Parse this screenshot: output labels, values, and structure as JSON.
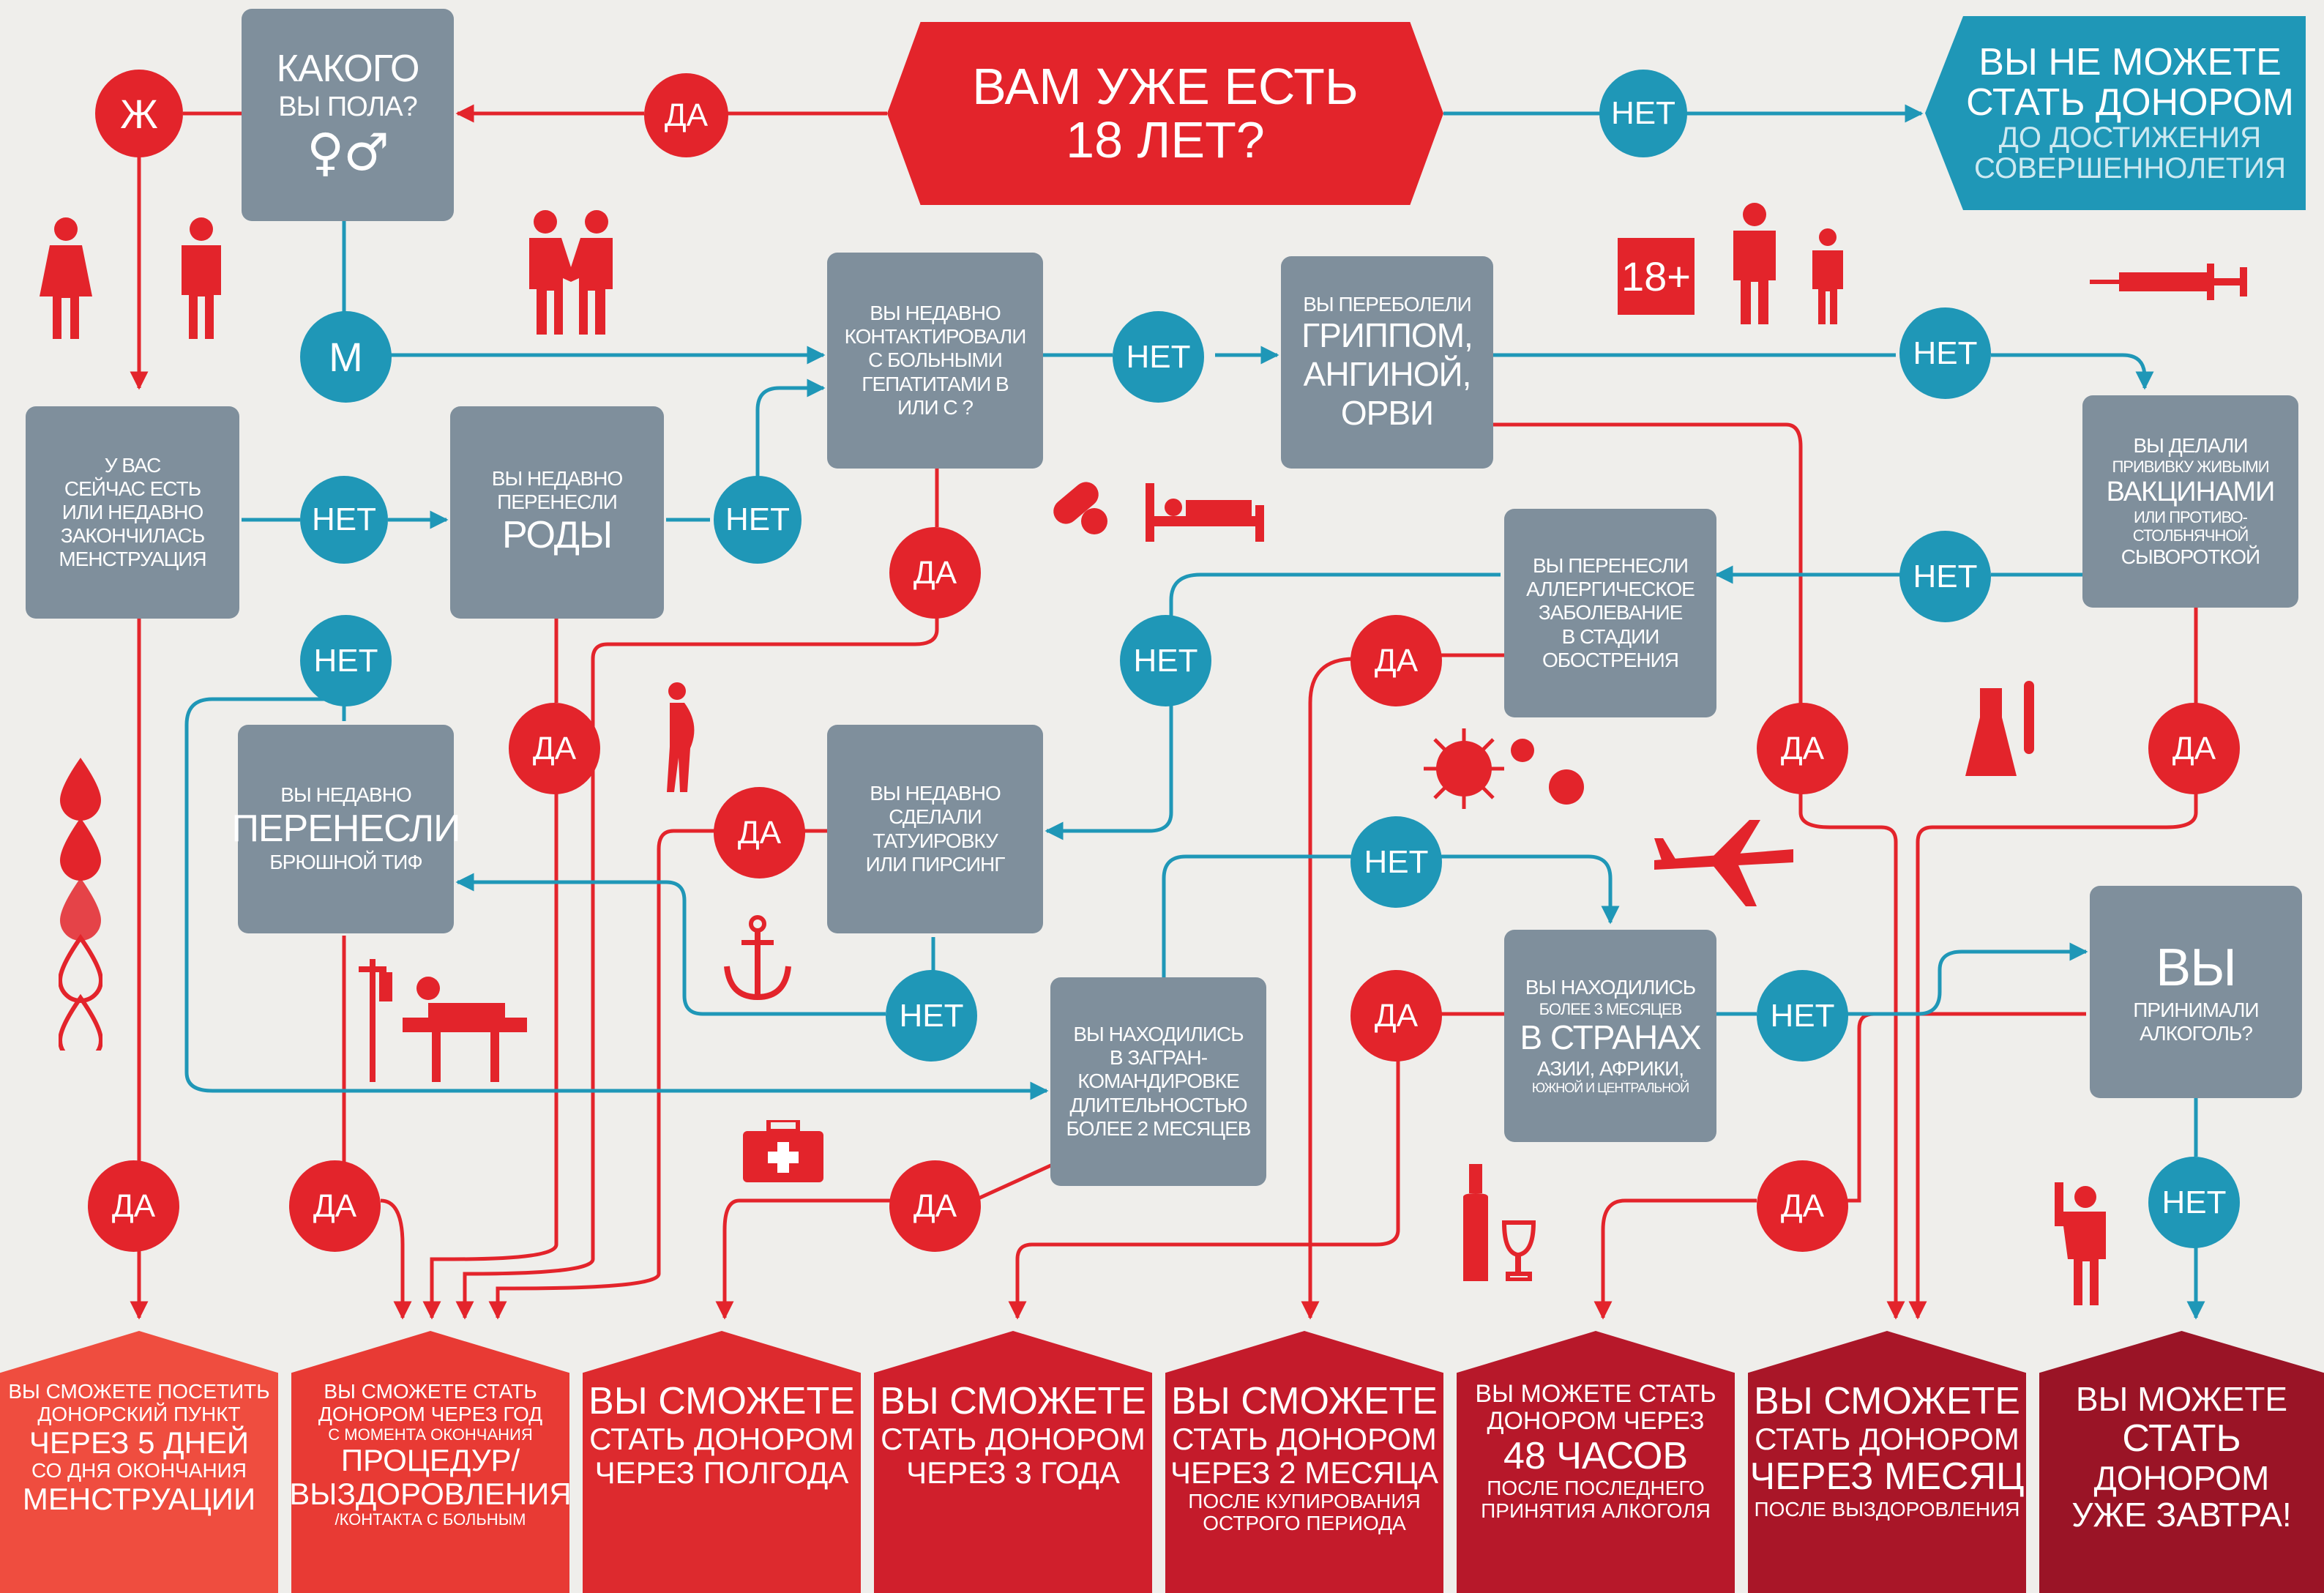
{
  "colors": {
    "red": "#e3242b",
    "blue": "#1f97b7",
    "gray": "#7f8f9c",
    "background": "#efeeeb"
  },
  "start": {
    "line1": "ВАМ УЖЕ ЕСТЬ",
    "line2": "18 ЛЕТ?"
  },
  "not_eligible": {
    "line1": "ВЫ НЕ МОЖЕТЕ",
    "line2": "СТАТЬ ДОНОРОМ",
    "line3": "ДО ДОСТИЖЕНИЯ",
    "line4": "СОВЕРШЕННОЛЕТИЯ"
  },
  "questions": {
    "gender": {
      "line1": "КАКОГО",
      "line2": "ВЫ ПОЛА?",
      "symbols": "♀♂"
    },
    "menstruation": {
      "line1": "У ВАС",
      "line2": "СЕЙЧАС ЕСТЬ",
      "line3": "ИЛИ НЕДАВНО",
      "line4": "ЗАКОНЧИЛАСЬ",
      "line5": "МЕНСТРУАЦИЯ"
    },
    "childbirth": {
      "line1": "ВЫ НЕДАВНО",
      "line2": "ПЕРЕНЕСЛИ",
      "line3": "РОДЫ"
    },
    "hepatitis": {
      "line1": "ВЫ НЕДАВНО",
      "line2": "КОНТАКТИРОВАЛИ",
      "line3": "С БОЛЬНЫМИ",
      "line4": "ГЕПАТИТАМИ В",
      "line5": "ИЛИ С ?"
    },
    "flu": {
      "line1": "ВЫ ПЕРЕБОЛЕЛИ",
      "line2": "ГРИППОМ,",
      "line3": "АНГИНОЙ,",
      "line4": "ОРВИ"
    },
    "vaccine": {
      "line1": "ВЫ ДЕЛАЛИ",
      "line2": "ПРИВИВКУ ЖИВЫМИ",
      "line3": "ВАКЦИНАМИ",
      "line4": "ИЛИ ПРОТИВО-",
      "line5": "СТОЛБНЯЧНОЙ",
      "line6": "СЫВОРОТКОЙ"
    },
    "allergy": {
      "line1": "ВЫ ПЕРЕНЕСЛИ",
      "line2": "АЛЛЕРГИЧЕСКОЕ",
      "line3": "ЗАБОЛЕВАНИЕ",
      "line4": "В СТАДИИ",
      "line5": "ОБОСТРЕНИЯ"
    },
    "typhoid": {
      "line1": "ВЫ НЕДАВНО",
      "line2": "ПЕРЕНЕСЛИ",
      "line3": "БРЮШНОЙ ТИФ"
    },
    "tattoo": {
      "line1": "ВЫ НЕДАВНО",
      "line2": "СДЕЛАЛИ",
      "line3": "ТАТУИРОВКУ",
      "line4": "ИЛИ ПИРСИНГ"
    },
    "business_trip": {
      "line1": "ВЫ НАХОДИЛИСЬ",
      "line2": "В ЗАГРАН-",
      "line3": "КОМАНДИРОВКЕ",
      "line4": "ДЛИТЕЛЬНОСТЬЮ",
      "line5": "БОЛЕЕ 2 МЕСЯЦЕВ"
    },
    "countries": {
      "line1": "ВЫ НАХОДИЛИСЬ",
      "line2": "БОЛЕЕ 3 МЕСЯЦЕВ",
      "line3": "В СТРАНАХ",
      "line4": "АЗИИ, АФРИКИ,",
      "line5": "ЮЖНОЙ И ЦЕНТРАЛЬНОЙ"
    },
    "alcohol": {
      "line1": "ВЫ",
      "line2": "ПРИНИМАЛИ",
      "line3": "АЛКОГОЛЬ?"
    }
  },
  "answers": {
    "yes": "ДА",
    "no": "НЕТ",
    "female": "Ж",
    "male": "М"
  },
  "badge_18": "18+",
  "outcomes": [
    {
      "l1": "ВЫ СМОЖЕТЕ ПОСЕТИТЬ",
      "l2": "ДОНОРСКИЙ ПУНКТ",
      "l3": "ЧЕРЕЗ 5 ДНЕЙ",
      "l4": "СО ДНЯ ОКОНЧАНИЯ",
      "l5": "МЕНСТРУАЦИИ",
      "color": "#ef4d3f"
    },
    {
      "l1": "ВЫ СМОЖЕТЕ СТАТЬ",
      "l2": "ДОНОРОМ ЧЕРЕЗ ГОД",
      "l3": "С МОМЕНТА ОКОНЧАНИЯ",
      "l4": "ПРОЦЕДУР/",
      "l5": "ВЫЗДОРОВЛЕНИЯ",
      "l6": "/КОНТАКТА С БОЛЬНЫМ",
      "color": "#e83a34"
    },
    {
      "l1": "ВЫ СМОЖЕТЕ",
      "l2": "СТАТЬ ДОНОРОМ",
      "l3": "ЧЕРЕЗ ПОЛГОДА",
      "color": "#dd2a2e"
    },
    {
      "l1": "ВЫ СМОЖЕТЕ",
      "l2": "СТАТЬ ДОНОРОМ",
      "l3": "ЧЕРЕЗ 3 ГОДА",
      "color": "#d01f2c"
    },
    {
      "l1": "ВЫ СМОЖЕТЕ",
      "l2": "СТАТЬ ДОНОРОМ",
      "l3": "ЧЕРЕЗ 2 МЕСЯЦА",
      "l4": "ПОСЛЕ КУПИРОВАНИЯ",
      "l5": "ОСТРОГО ПЕРИОДА",
      "color": "#c41b2b"
    },
    {
      "l1": "ВЫ МОЖЕТЕ СТАТЬ",
      "l2": "ДОНОРОМ ЧЕРЕЗ",
      "l3": "48 ЧАСОВ",
      "l4": "ПОСЛЕ ПОСЛЕДНЕГО",
      "l5": "ПРИНЯТИЯ АЛКОГОЛЯ",
      "color": "#b7182a"
    },
    {
      "l1": "ВЫ СМОЖЕТЕ",
      "l2": "СТАТЬ ДОНОРОМ",
      "l3": "ЧЕРЕЗ МЕСЯЦ",
      "l4": "ПОСЛЕ ВЫЗДОРОВЛЕНИЯ",
      "color": "#a91628"
    },
    {
      "l1": "ВЫ МОЖЕТЕ",
      "l2": "СТАТЬ",
      "l3": "ДОНОРОМ",
      "l4": "УЖЕ ЗАВТРА!",
      "color": "#9a1426"
    }
  ]
}
